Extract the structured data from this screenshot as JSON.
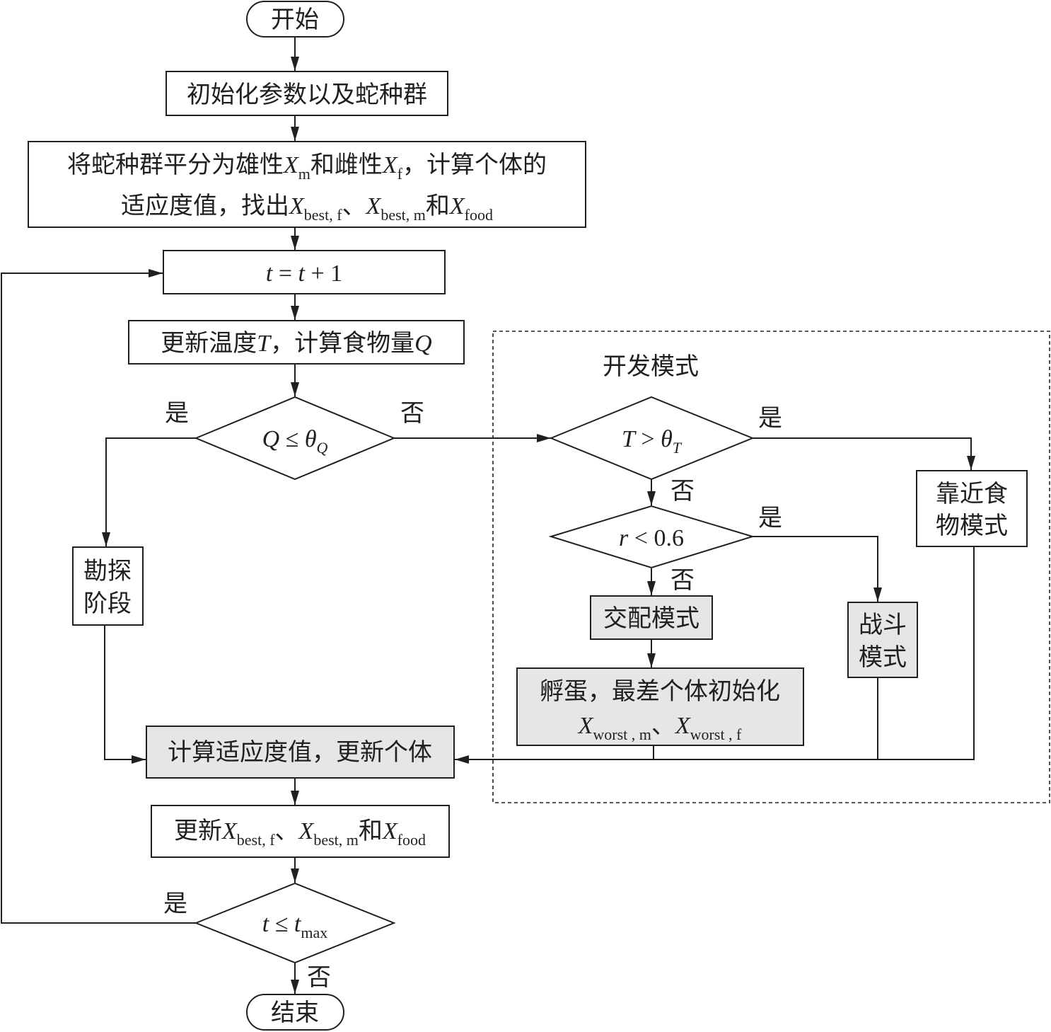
{
  "nodes": {
    "start": "开始",
    "init": "初始化参数以及蛇种群",
    "split_line1_a": "将蛇种群平分为雄性",
    "split_Xm_var": "X",
    "split_Xm_sub": "m",
    "split_line1_b": "和雌性",
    "split_Xf_var": "X",
    "split_Xf_sub": "f",
    "split_line1_c": "，计算个体的",
    "split_line2_a": "适应度值，找出",
    "split_X1_var": "X",
    "split_X1_sub": "best, f",
    "split_sep1": "、",
    "split_X2_var": "X",
    "split_X2_sub": "best, m",
    "split_and": "和",
    "split_X3_var": "X",
    "split_X3_sub": "food",
    "iter_t1": "t",
    "iter_eq": " = ",
    "iter_t2": "t",
    "iter_plus": " + 1",
    "update_a": "更新温度",
    "update_T": "T",
    "update_b": "，计算食物量",
    "update_Q": "Q",
    "cond1_Q": "Q",
    "cond1_op": " ≤ ",
    "cond1_theta": "θ",
    "cond1_sub": "Q",
    "explore_line1": "勘探",
    "explore_line2": "阶段",
    "exploit_title": "开发模式",
    "cond2_T": "T",
    "cond2_op": " > ",
    "cond2_theta": "θ",
    "cond2_sub": "T",
    "approach_line1": "靠近食",
    "approach_line2": "物模式",
    "cond3_r": "r",
    "cond3_rest": " < 0.6",
    "mating": "交配模式",
    "fight_line1": "战斗",
    "fight_line2": "模式",
    "hatch_line1": "孵蛋，最差个体初始化",
    "hatch_X1_var": "X",
    "hatch_X1_sub": "worst , m",
    "hatch_sep": "、",
    "hatch_X2_var": "X",
    "hatch_X2_sub": "worst , f",
    "fitness": "计算适应度值，更新个体",
    "best_a": "更新",
    "best_X1_var": "X",
    "best_X1_sub": "best, f",
    "best_sep": "、",
    "best_X2_var": "X",
    "best_X2_sub": "best, m",
    "best_and": "和",
    "best_X3_var": "X",
    "best_X3_sub": "food",
    "cond4_t": "t",
    "cond4_op": " ≤ ",
    "cond4_t2": "t",
    "cond4_sub": "max",
    "end": "结束"
  },
  "edge_labels": {
    "cond1_yes": "是",
    "cond1_no": "否",
    "cond2_yes": "是",
    "cond2_no": "否",
    "cond3_yes": "是",
    "cond3_no": "否",
    "cond4_yes": "是",
    "cond4_no": "否"
  },
  "colors": {
    "stroke": "#231f20",
    "highlight_fill": "#e6e6e6",
    "background": "#ffffff"
  }
}
